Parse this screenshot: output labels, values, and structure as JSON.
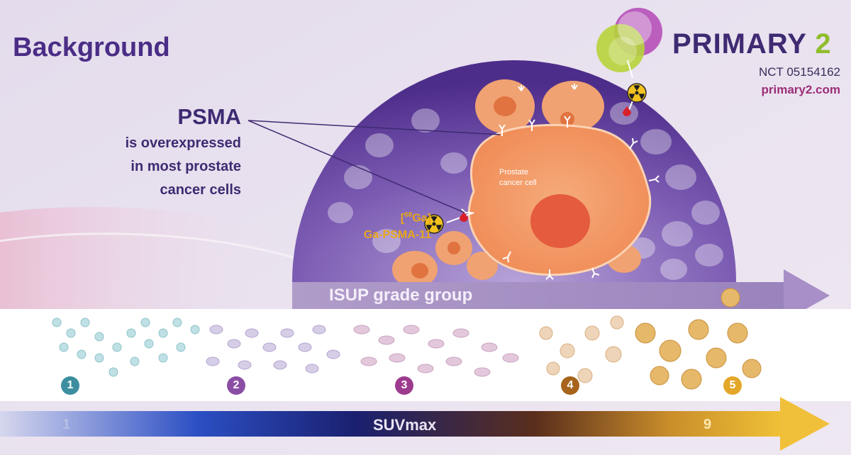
{
  "slide": {
    "title": "Background",
    "psma_heading": "PSMA",
    "psma_line1": "is overexpressed",
    "psma_line2": "in most prostate",
    "psma_line3": "cancer cells",
    "cell_label_line1": "Prostate",
    "cell_label_line2": "cancer cell",
    "tracer_isotope_open": "[",
    "tracer_isotope_mass": "68",
    "tracer_isotope_symbol": "Ga]",
    "tracer_name": "Ga-PSMA-11"
  },
  "logo": {
    "name_part1": "PRIMARY",
    "name_part2": " 2",
    "trial_id": "NCT 05154162",
    "website": "primary2.com"
  },
  "isup_scale": {
    "label": "ISUP grade group",
    "grades": [
      {
        "label": "1",
        "color": "#3c8ea0"
      },
      {
        "label": "2",
        "color": "#8a4fa5"
      },
      {
        "label": "3",
        "color": "#9d3b8e"
      },
      {
        "label": "4",
        "color": "#a7641d"
      },
      {
        "label": "5",
        "color": "#e3a72a"
      }
    ]
  },
  "suv_scale": {
    "label": "SUVmax",
    "min_label": "1",
    "max_label": "9"
  },
  "colors": {
    "brand_purple": "#3f2a72",
    "brand_green": "#8fbd2c",
    "brand_magenta": "#9b2d78",
    "tracer_gold": "#e8a71a",
    "cell_orange": "#f0a574"
  }
}
